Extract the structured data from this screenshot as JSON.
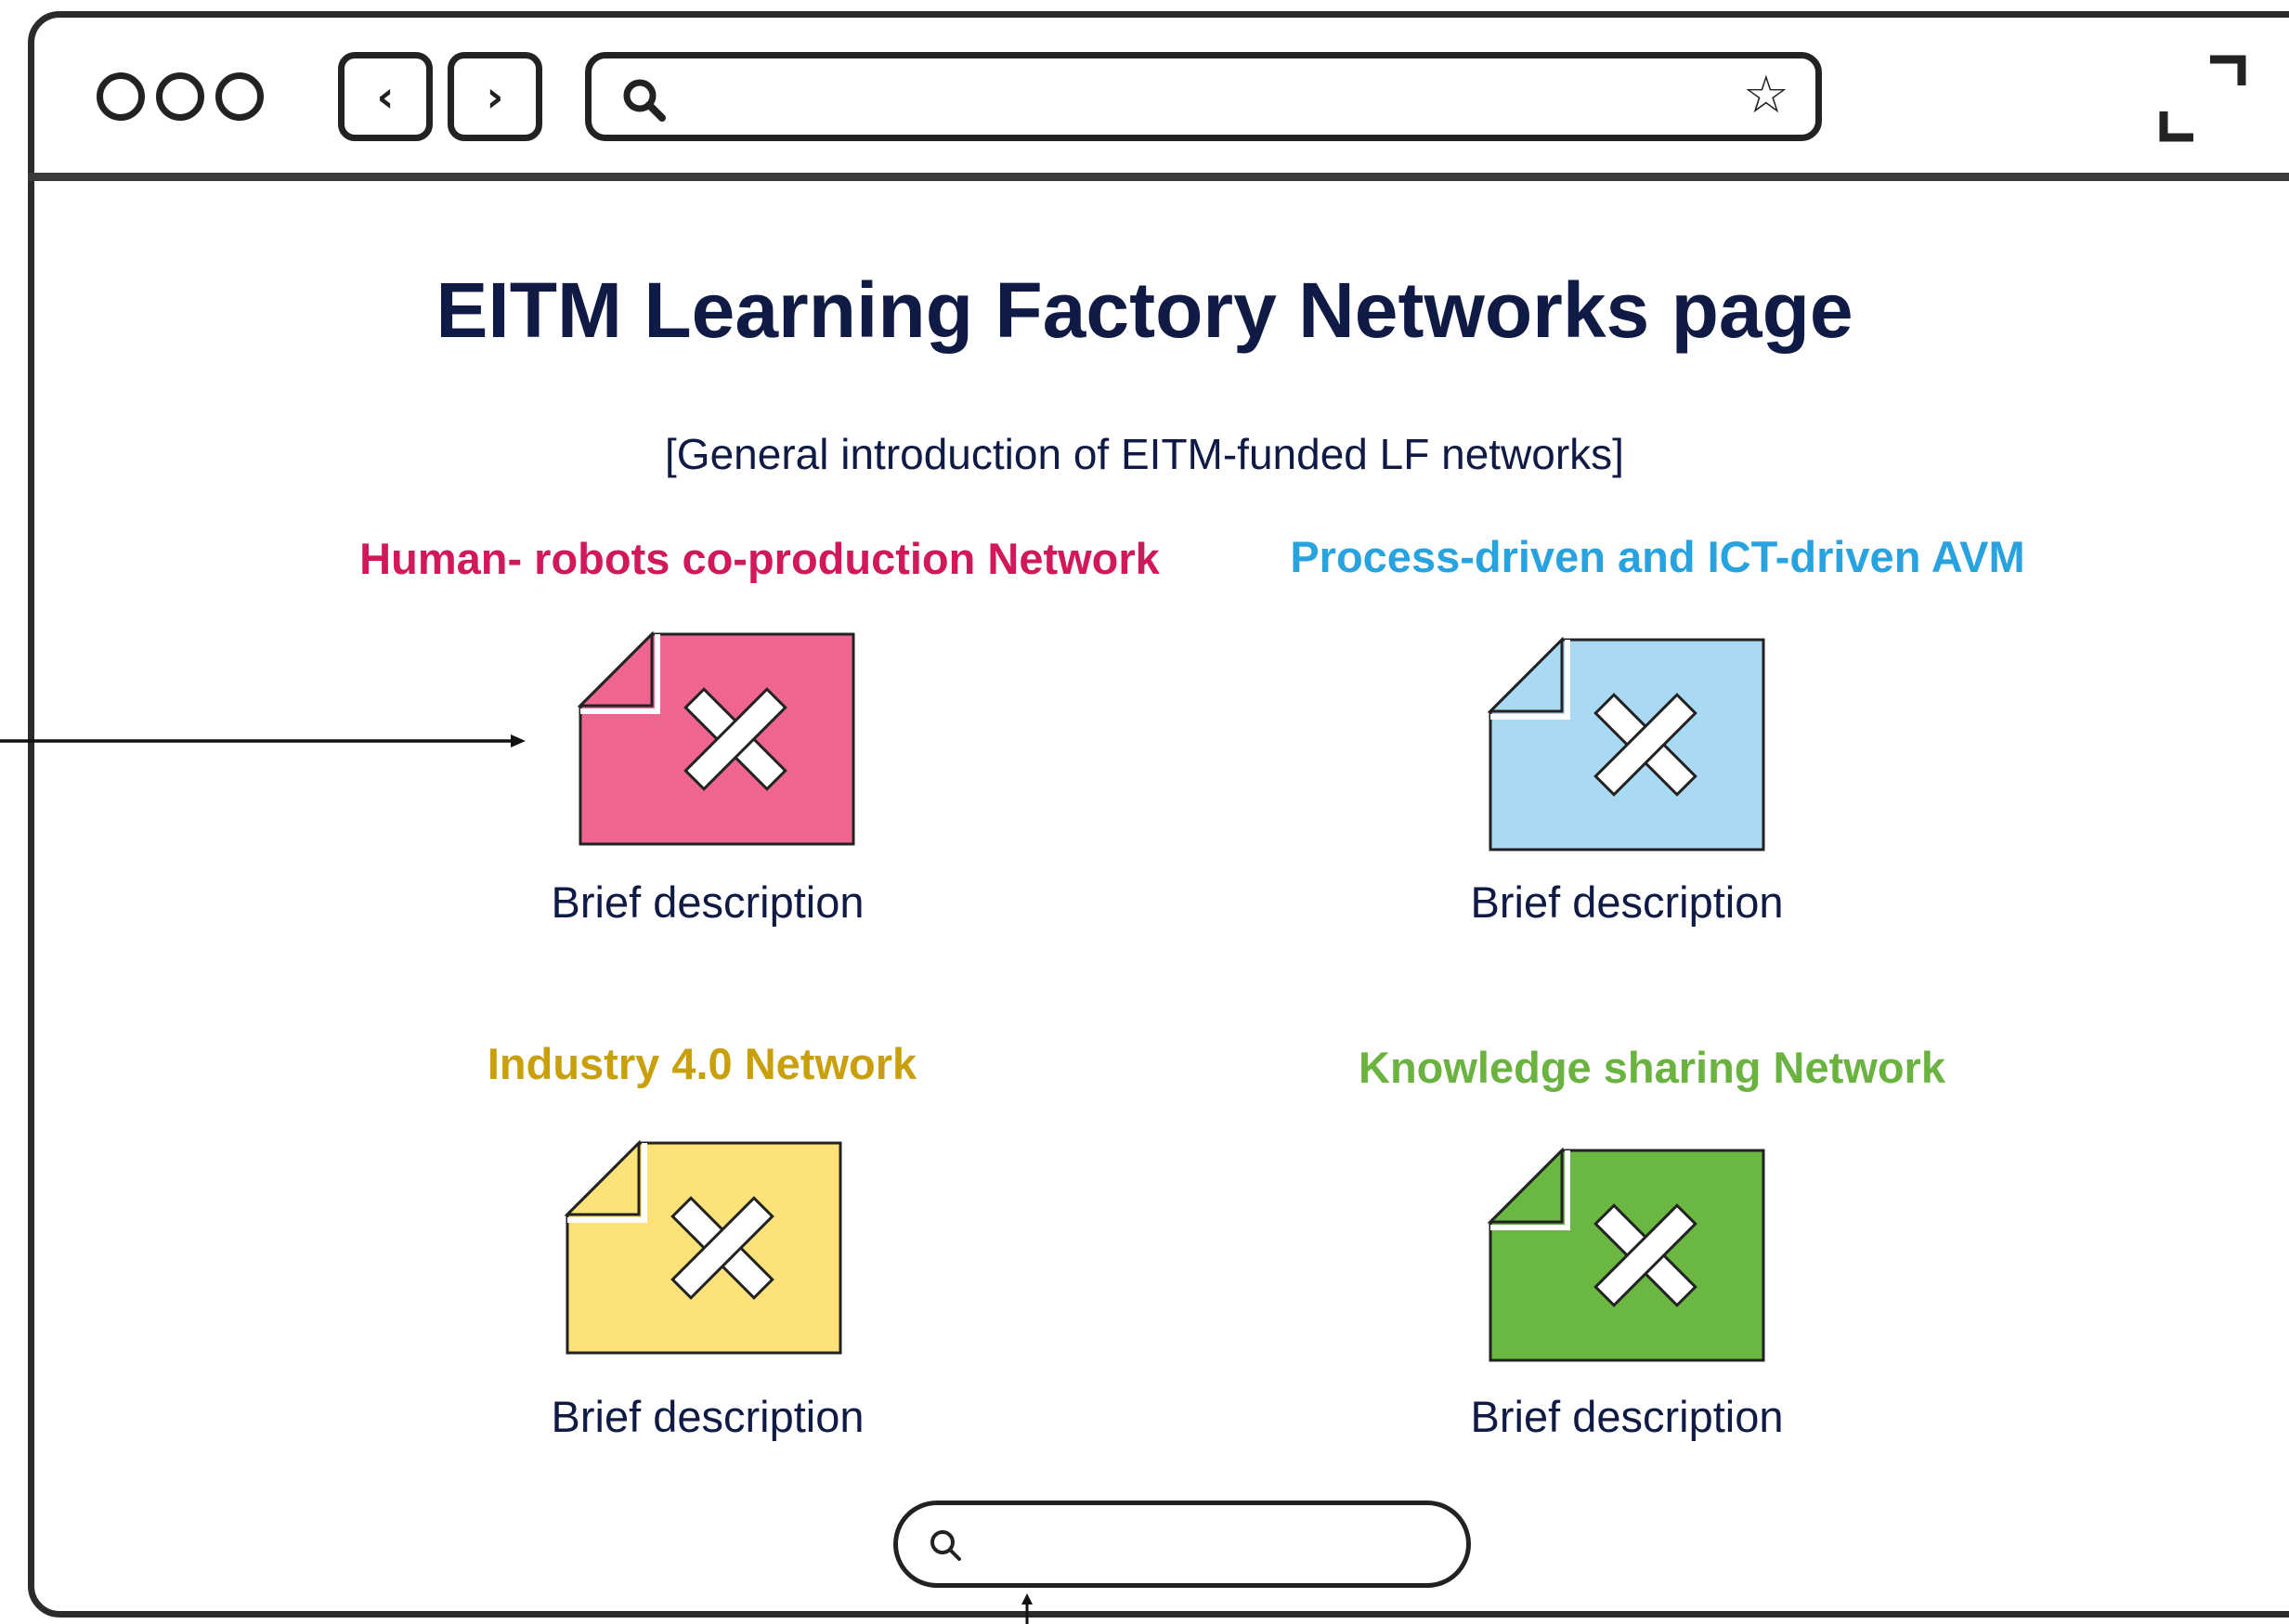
{
  "browser": {
    "window_dots": [
      "dot-1",
      "dot-2",
      "dot-3"
    ],
    "back_icon": "‹",
    "forward_icon": "›",
    "address_bar": {
      "value": "",
      "search_icon": "search-icon",
      "bookmark_icon": "☆"
    },
    "expand_icon": "expand-icon"
  },
  "page": {
    "title": "EITM Learning Factory Networks page",
    "intro": "[General introduction of EITM-funded LF networks]"
  },
  "networks": [
    {
      "title": "Human- robots co-production Network",
      "color": "#d0185a",
      "image_fill": "#ee6690",
      "description": "Brief description"
    },
    {
      "title": "Process-driven and ICT-driven AVM",
      "color": "#29a3e0",
      "image_fill": "#a9d9f5",
      "description": "Brief description"
    },
    {
      "title": "Industry 4.0 Network",
      "color": "#c9a00c",
      "image_fill": "#fde27a",
      "description": "Brief description"
    },
    {
      "title": "Knowledge sharing Network",
      "color": "#6bb341",
      "image_fill": "#6ab743",
      "description": "Brief description"
    }
  ],
  "bottom_search": {
    "value": "",
    "search_icon": "search-icon"
  }
}
